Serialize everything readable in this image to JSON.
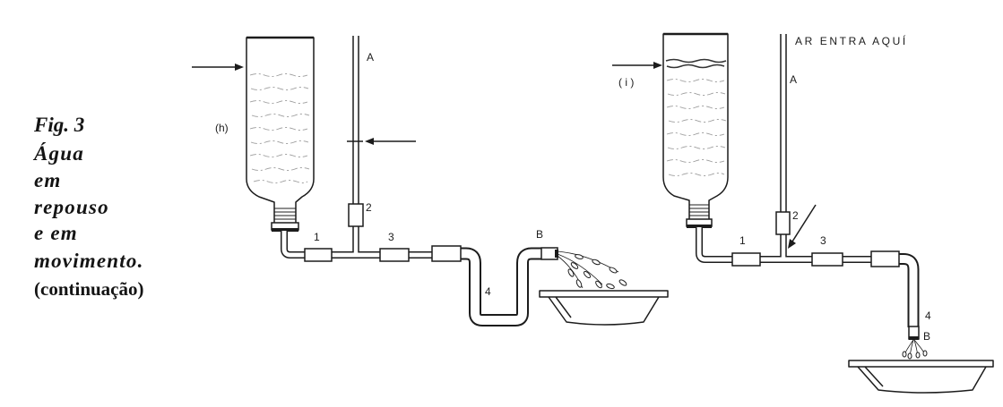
{
  "caption": {
    "figure_number": "Fig. 3",
    "title_lines": [
      "Água",
      "em",
      "repouso",
      "e em",
      "movimento."
    ],
    "note": "(continuação)"
  },
  "left_apparatus": {
    "state_label": "(h)",
    "tube_label": "A",
    "connector_labels": [
      "1",
      "2",
      "3",
      "4"
    ],
    "outlet_label": "B"
  },
  "right_apparatus": {
    "state_label": "( i )",
    "air_inlet_label": "AR ENTRA AQUÍ",
    "tube_label": "A",
    "connector_labels": [
      "1",
      "2",
      "3",
      "4"
    ],
    "outlet_label": "B"
  },
  "colors": {
    "ink": "#1c1c1c",
    "paper": "#ffffff",
    "water_texture": "#9a9a9a"
  }
}
